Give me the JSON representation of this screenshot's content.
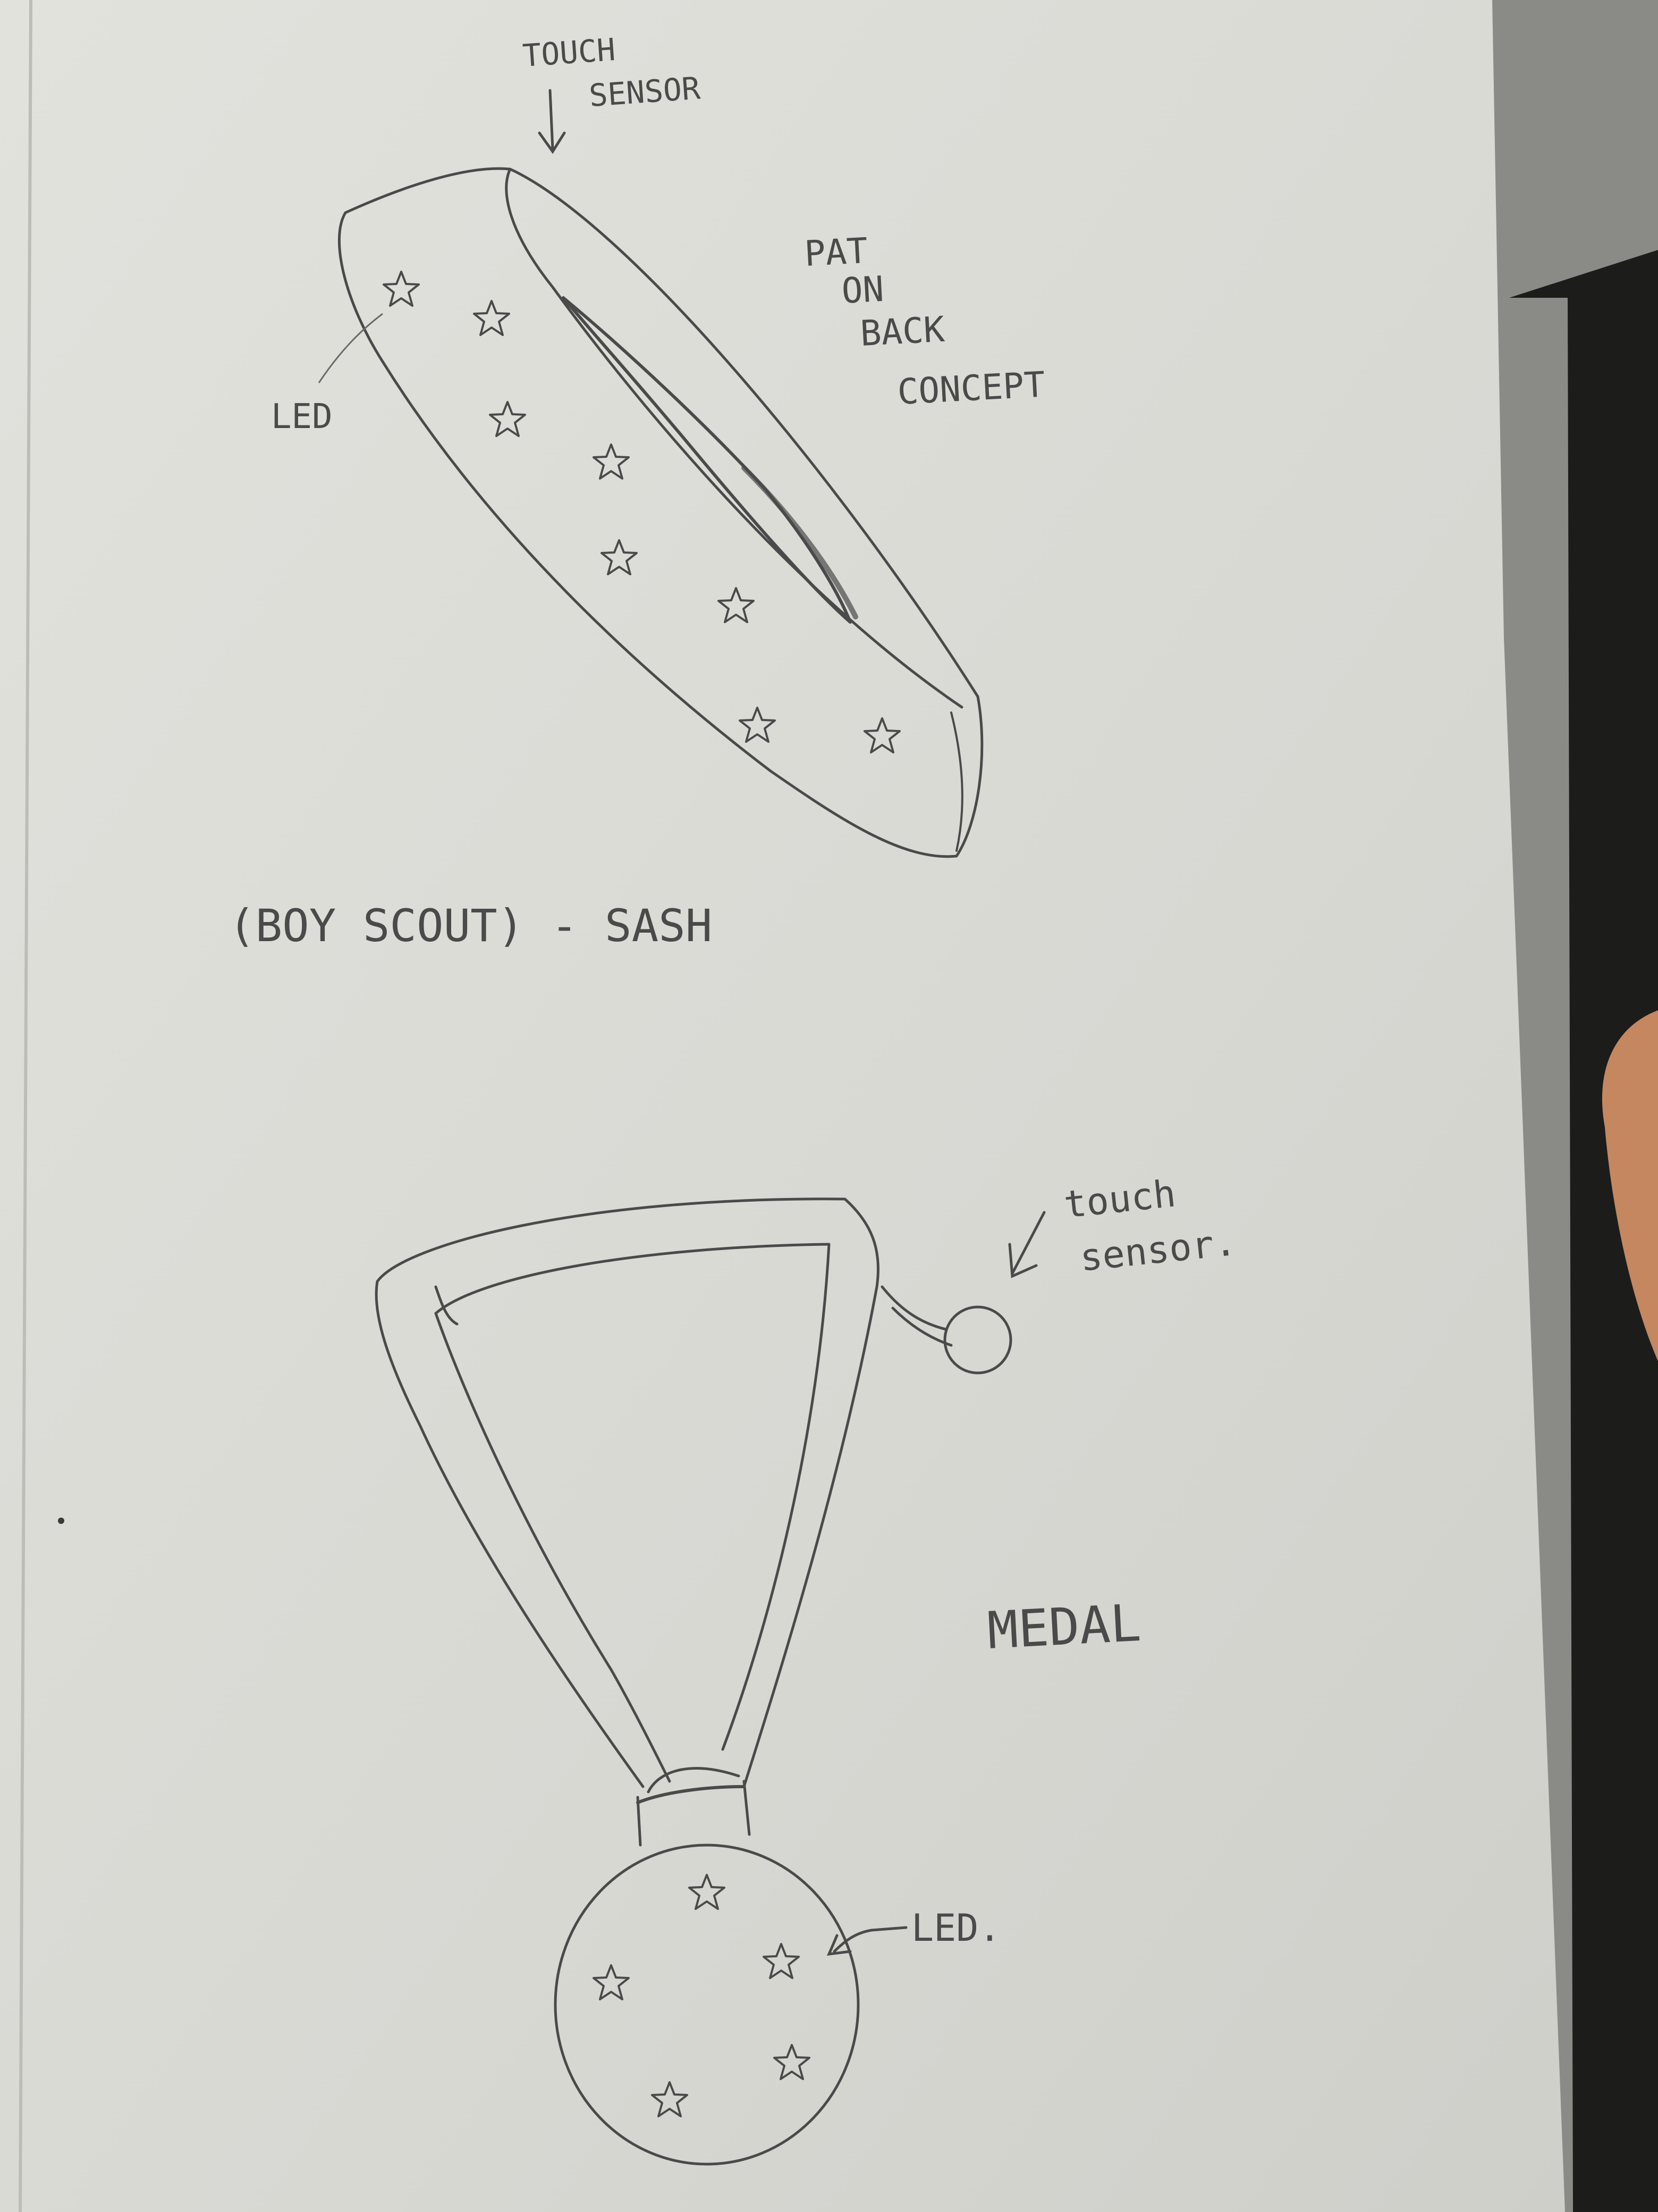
{
  "sash": {
    "touch_sensor_label_line1": "TOUCH",
    "touch_sensor_label_line2": "SENSOR",
    "led_label": "LED",
    "concept_line1": "PAT",
    "concept_line2": "ON",
    "concept_line3": "BACK",
    "concept_line4": "CONCEPT",
    "caption": "(BOY SCOUT) - SASH"
  },
  "medal": {
    "touch_sensor_label_line1": "touch",
    "touch_sensor_label_line2": "sensor.",
    "title": "MEDAL",
    "led_label": "LED."
  },
  "colors": {
    "paper": "#dcdcd7",
    "pencil": "#4a4a4a",
    "background_gray": "#8a8a86",
    "background_dark": "#1c1c1b",
    "skin": "#c4875f"
  }
}
